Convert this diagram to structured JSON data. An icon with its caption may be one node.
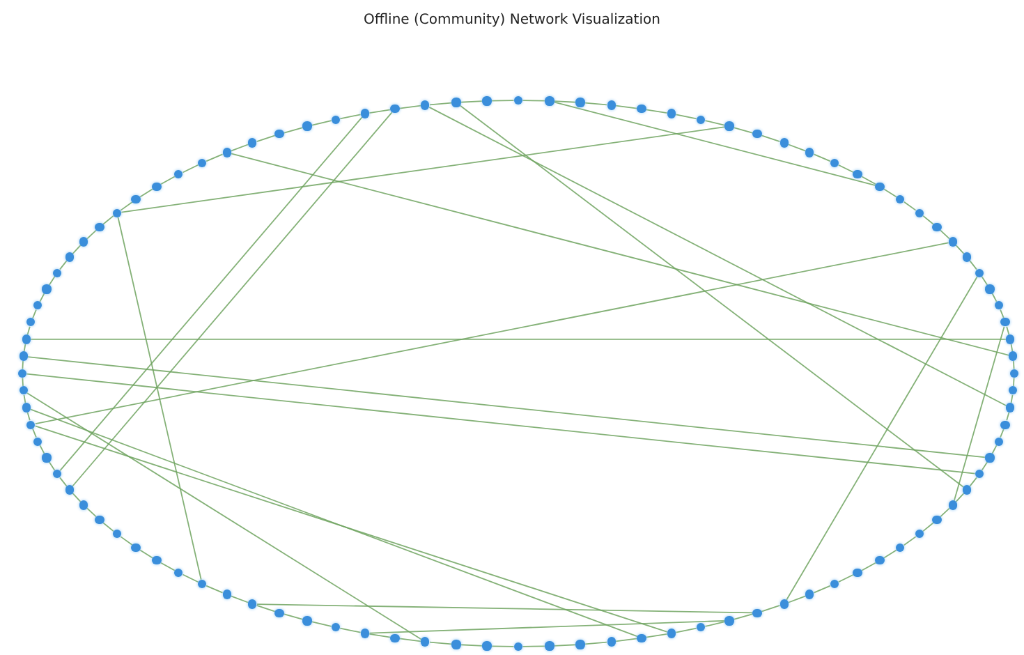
{
  "diagram": {
    "title": "Offline (Community) Network Visualization",
    "nodes": [
      {
        "text": [],
        "shape": "circle"
      },
      {
        "text": [],
        "shape": "circle"
      },
      {
        "text": [],
        "shape": "circle"
      },
      {
        "text": [],
        "shape": "circle"
      },
      {
        "text": [],
        "shape": "circle"
      },
      {
        "text": [],
        "shape": "circle"
      },
      {
        "text": [],
        "shape": "circle"
      },
      {
        "text": [],
        "shape": "circle"
      },
      {
        "text": [],
        "shape": "circle"
      },
      {
        "text": [],
        "shape": "circle"
      },
      {
        "text": [],
        "shape": "circle"
      },
      {
        "text": [],
        "shape": "circle"
      },
      {
        "text": [],
        "shape": "circle"
      },
      {
        "text": [],
        "shape": "circle"
      },
      {
        "text": [],
        "shape": "circle"
      },
      {
        "text": [],
        "shape": "circle"
      },
      {
        "text": [],
        "shape": "circle"
      },
      {
        "text": [],
        "shape": "circle"
      },
      {
        "text": [],
        "shape": "circle"
      },
      {
        "text": [],
        "shape": "circle"
      },
      {
        "text": [],
        "shape": "circle"
      },
      {
        "text": [],
        "shape": "circle"
      },
      {
        "text": [],
        "shape": "circle"
      },
      {
        "text": [],
        "shape": "circle"
      },
      {
        "text": [],
        "shape": "circle"
      },
      {
        "text": [],
        "shape": "circle"
      },
      {
        "text": [],
        "shape": "circle"
      },
      {
        "text": [],
        "shape": "circle"
      },
      {
        "text": [],
        "shape": "circle"
      },
      {
        "text": [],
        "shape": "circle"
      },
      {
        "text": [],
        "shape": "circle"
      },
      {
        "text": [],
        "shape": "circle"
      },
      {
        "text": [],
        "shape": "circle"
      },
      {
        "text": [],
        "shape": "circle"
      },
      {
        "text": [],
        "shape": "circle"
      },
      {
        "text": [],
        "shape": "circle"
      },
      {
        "text": [],
        "shape": "circle"
      },
      {
        "text": [],
        "shape": "circle"
      },
      {
        "text": [],
        "shape": "circle"
      },
      {
        "text": [],
        "shape": "circle"
      },
      {
        "text": [],
        "shape": "circle"
      },
      {
        "text": [],
        "shape": "circle"
      },
      {
        "text": [],
        "shape": "circle"
      },
      {
        "text": [],
        "shape": "circle"
      },
      {
        "text": [],
        "shape": "circle"
      },
      {
        "text": [],
        "shape": "circle"
      },
      {
        "text": [],
        "shape": "circle"
      },
      {
        "text": [],
        "shape": "circle"
      },
      {
        "text": [],
        "shape": "circle"
      },
      {
        "text": [],
        "shape": "circle"
      },
      {
        "text": [],
        "shape": "circle"
      },
      {
        "text": [],
        "shape": "circle"
      },
      {
        "text": [],
        "shape": "circle"
      },
      {
        "text": [],
        "shape": "circle"
      },
      {
        "text": [],
        "shape": "circle"
      },
      {
        "text": [],
        "shape": "circle"
      },
      {
        "text": [],
        "shape": "circle"
      },
      {
        "text": [],
        "shape": "circle"
      },
      {
        "text": [],
        "shape": "circle"
      },
      {
        "text": [],
        "shape": "circle"
      },
      {
        "text": [],
        "shape": "circle"
      },
      {
        "text": [],
        "shape": "circle"
      },
      {
        "text": [],
        "shape": "circle"
      },
      {
        "text": [],
        "shape": "circle"
      },
      {
        "text": [],
        "shape": "circle"
      },
      {
        "text": [],
        "shape": "circle"
      },
      {
        "text": [],
        "shape": "circle"
      },
      {
        "text": [],
        "shape": "circle"
      },
      {
        "text": [],
        "shape": "circle"
      },
      {
        "text": [],
        "shape": "circle"
      },
      {
        "text": [],
        "shape": "circle"
      },
      {
        "text": [],
        "shape": "circle"
      },
      {
        "text": [],
        "shape": "circle"
      },
      {
        "text": [],
        "shape": "circle"
      },
      {
        "text": [],
        "shape": "circle"
      },
      {
        "text": [],
        "shape": "circle"
      },
      {
        "text": [],
        "shape": "circle"
      },
      {
        "text": [],
        "shape": "circle"
      },
      {
        "text": [],
        "shape": "circle"
      },
      {
        "text": [],
        "shape": "circle"
      },
      {
        "text": [],
        "shape": "circle"
      },
      {
        "text": [],
        "shape": "circle"
      },
      {
        "text": [],
        "shape": "circle"
      },
      {
        "text": [],
        "shape": "circle"
      },
      {
        "text": [],
        "shape": "circle"
      },
      {
        "text": [],
        "shape": "circle"
      },
      {
        "text": [],
        "shape": "circle"
      },
      {
        "text": [],
        "shape": "circle"
      },
      {
        "text": [],
        "shape": "circle"
      },
      {
        "text": [],
        "shape": "circle"
      },
      {
        "text": [],
        "shape": "circle"
      },
      {
        "text": [],
        "shape": "circle"
      },
      {
        "text": [],
        "shape": "circle"
      },
      {
        "text": [],
        "shape": "circle"
      },
      {
        "text": [],
        "shape": "circle"
      },
      {
        "text": [],
        "shape": "circle"
      },
      {
        "text": [],
        "shape": "circle"
      },
      {
        "text": [],
        "shape": "circle"
      },
      {
        "text": [],
        "shape": "circle"
      },
      {
        "text": [],
        "shape": "circle"
      }
    ],
    "edges": [
      {
        "from": 0,
        "to": 1,
        "arrow": "none"
      },
      {
        "from": 1,
        "to": 2,
        "arrow": "none"
      },
      {
        "from": 2,
        "to": 3,
        "arrow": "none"
      },
      {
        "from": 3,
        "to": 4,
        "arrow": "none"
      },
      {
        "from": 4,
        "to": 5,
        "arrow": "none"
      },
      {
        "from": 5,
        "to": 6,
        "arrow": "none"
      },
      {
        "from": 6,
        "to": 7,
        "arrow": "none"
      },
      {
        "from": 7,
        "to": 8,
        "arrow": "none"
      },
      {
        "from": 8,
        "to": 9,
        "arrow": "none"
      },
      {
        "from": 9,
        "to": 10,
        "arrow": "none"
      },
      {
        "from": 10,
        "to": 11,
        "arrow": "none"
      },
      {
        "from": 11,
        "to": 12,
        "arrow": "none"
      },
      {
        "from": 12,
        "to": 13,
        "arrow": "none"
      },
      {
        "from": 13,
        "to": 14,
        "arrow": "none"
      },
      {
        "from": 14,
        "to": 15,
        "arrow": "none"
      },
      {
        "from": 15,
        "to": 16,
        "arrow": "none"
      },
      {
        "from": 16,
        "to": 17,
        "arrow": "none"
      },
      {
        "from": 17,
        "to": 18,
        "arrow": "none"
      },
      {
        "from": 18,
        "to": 19,
        "arrow": "none"
      },
      {
        "from": 19,
        "to": 20,
        "arrow": "none"
      },
      {
        "from": 20,
        "to": 21,
        "arrow": "none"
      },
      {
        "from": 21,
        "to": 22,
        "arrow": "none"
      },
      {
        "from": 22,
        "to": 23,
        "arrow": "none"
      },
      {
        "from": 23,
        "to": 24,
        "arrow": "none"
      },
      {
        "from": 24,
        "to": 25,
        "arrow": "none"
      },
      {
        "from": 25,
        "to": 26,
        "arrow": "none"
      },
      {
        "from": 26,
        "to": 27,
        "arrow": "none"
      },
      {
        "from": 27,
        "to": 28,
        "arrow": "none"
      },
      {
        "from": 28,
        "to": 29,
        "arrow": "none"
      },
      {
        "from": 29,
        "to": 30,
        "arrow": "none"
      },
      {
        "from": 30,
        "to": 31,
        "arrow": "none"
      },
      {
        "from": 31,
        "to": 32,
        "arrow": "none"
      },
      {
        "from": 32,
        "to": 33,
        "arrow": "none"
      },
      {
        "from": 33,
        "to": 34,
        "arrow": "none"
      },
      {
        "from": 34,
        "to": 35,
        "arrow": "none"
      },
      {
        "from": 35,
        "to": 36,
        "arrow": "none"
      },
      {
        "from": 36,
        "to": 37,
        "arrow": "none"
      },
      {
        "from": 37,
        "to": 38,
        "arrow": "none"
      },
      {
        "from": 38,
        "to": 39,
        "arrow": "none"
      },
      {
        "from": 39,
        "to": 40,
        "arrow": "none"
      },
      {
        "from": 40,
        "to": 41,
        "arrow": "none"
      },
      {
        "from": 41,
        "to": 42,
        "arrow": "none"
      },
      {
        "from": 42,
        "to": 43,
        "arrow": "none"
      },
      {
        "from": 43,
        "to": 44,
        "arrow": "none"
      },
      {
        "from": 44,
        "to": 45,
        "arrow": "none"
      },
      {
        "from": 45,
        "to": 46,
        "arrow": "none"
      },
      {
        "from": 46,
        "to": 47,
        "arrow": "none"
      },
      {
        "from": 47,
        "to": 48,
        "arrow": "none"
      },
      {
        "from": 48,
        "to": 49,
        "arrow": "none"
      },
      {
        "from": 49,
        "to": 50,
        "arrow": "none"
      },
      {
        "from": 50,
        "to": 51,
        "arrow": "none"
      },
      {
        "from": 51,
        "to": 52,
        "arrow": "none"
      },
      {
        "from": 52,
        "to": 53,
        "arrow": "none"
      },
      {
        "from": 53,
        "to": 54,
        "arrow": "none"
      },
      {
        "from": 54,
        "to": 55,
        "arrow": "none"
      },
      {
        "from": 55,
        "to": 56,
        "arrow": "none"
      },
      {
        "from": 56,
        "to": 57,
        "arrow": "none"
      },
      {
        "from": 57,
        "to": 58,
        "arrow": "none"
      },
      {
        "from": 58,
        "to": 59,
        "arrow": "none"
      },
      {
        "from": 59,
        "to": 60,
        "arrow": "none"
      },
      {
        "from": 60,
        "to": 61,
        "arrow": "none"
      },
      {
        "from": 61,
        "to": 62,
        "arrow": "none"
      },
      {
        "from": 62,
        "to": 63,
        "arrow": "none"
      },
      {
        "from": 63,
        "to": 64,
        "arrow": "none"
      },
      {
        "from": 64,
        "to": 65,
        "arrow": "none"
      },
      {
        "from": 65,
        "to": 66,
        "arrow": "none"
      },
      {
        "from": 66,
        "to": 67,
        "arrow": "none"
      },
      {
        "from": 67,
        "to": 68,
        "arrow": "none"
      },
      {
        "from": 68,
        "to": 69,
        "arrow": "none"
      },
      {
        "from": 69,
        "to": 70,
        "arrow": "none"
      },
      {
        "from": 70,
        "to": 71,
        "arrow": "none"
      },
      {
        "from": 71,
        "to": 72,
        "arrow": "none"
      },
      {
        "from": 72,
        "to": 73,
        "arrow": "none"
      },
      {
        "from": 73,
        "to": 74,
        "arrow": "none"
      },
      {
        "from": 74,
        "to": 75,
        "arrow": "none"
      },
      {
        "from": 75,
        "to": 76,
        "arrow": "none"
      },
      {
        "from": 76,
        "to": 77,
        "arrow": "none"
      },
      {
        "from": 77,
        "to": 78,
        "arrow": "none"
      },
      {
        "from": 78,
        "to": 79,
        "arrow": "none"
      },
      {
        "from": 79,
        "to": 80,
        "arrow": "none"
      },
      {
        "from": 80,
        "to": 81,
        "arrow": "none"
      },
      {
        "from": 81,
        "to": 82,
        "arrow": "none"
      },
      {
        "from": 82,
        "to": 83,
        "arrow": "none"
      },
      {
        "from": 83,
        "to": 84,
        "arrow": "none"
      },
      {
        "from": 84,
        "to": 85,
        "arrow": "none"
      },
      {
        "from": 85,
        "to": 86,
        "arrow": "none"
      },
      {
        "from": 86,
        "to": 87,
        "arrow": "none"
      },
      {
        "from": 87,
        "to": 88,
        "arrow": "none"
      },
      {
        "from": 88,
        "to": 89,
        "arrow": "none"
      },
      {
        "from": 89,
        "to": 90,
        "arrow": "none"
      },
      {
        "from": 90,
        "to": 91,
        "arrow": "none"
      },
      {
        "from": 91,
        "to": 92,
        "arrow": "none"
      },
      {
        "from": 92,
        "to": 93,
        "arrow": "none"
      },
      {
        "from": 93,
        "to": 94,
        "arrow": "none"
      },
      {
        "from": 94,
        "to": 95,
        "arrow": "none"
      },
      {
        "from": 95,
        "to": 96,
        "arrow": "none"
      },
      {
        "from": 96,
        "to": 97,
        "arrow": "none"
      },
      {
        "from": 97,
        "to": 98,
        "arrow": "none"
      },
      {
        "from": 98,
        "to": 99,
        "arrow": "none"
      },
      {
        "from": 99,
        "to": 0,
        "arrow": "none"
      },
      {
        "from": 29,
        "to": 57,
        "arrow": "none"
      },
      {
        "from": 30,
        "to": 56,
        "arrow": "none"
      },
      {
        "from": 40,
        "to": 18,
        "arrow": "none"
      },
      {
        "from": 40,
        "to": 64,
        "arrow": "none"
      },
      {
        "from": 35,
        "to": 1,
        "arrow": "none"
      },
      {
        "from": 48,
        "to": 2,
        "arrow": "none"
      },
      {
        "from": 49,
        "to": 95,
        "arrow": "none"
      },
      {
        "from": 50,
        "to": 94,
        "arrow": "none"
      },
      {
        "from": 28,
        "to": 98,
        "arrow": "none"
      },
      {
        "from": 27,
        "to": 93,
        "arrow": "none"
      },
      {
        "from": 8,
        "to": 53,
        "arrow": "none"
      },
      {
        "from": 6,
        "to": 84,
        "arrow": "none"
      },
      {
        "from": 3,
        "to": 92,
        "arrow": "none"
      },
      {
        "from": 66,
        "to": 83,
        "arrow": "none"
      },
      {
        "from": 70,
        "to": 82,
        "arrow": "none"
      },
      {
        "from": 51,
        "to": 72,
        "arrow": "none"
      },
      {
        "from": 52,
        "to": 79,
        "arrow": "none"
      },
      {
        "from": 53,
        "to": 80,
        "arrow": "none"
      },
      {
        "from": 24,
        "to": 12,
        "arrow": "none"
      }
    ]
  }
}
